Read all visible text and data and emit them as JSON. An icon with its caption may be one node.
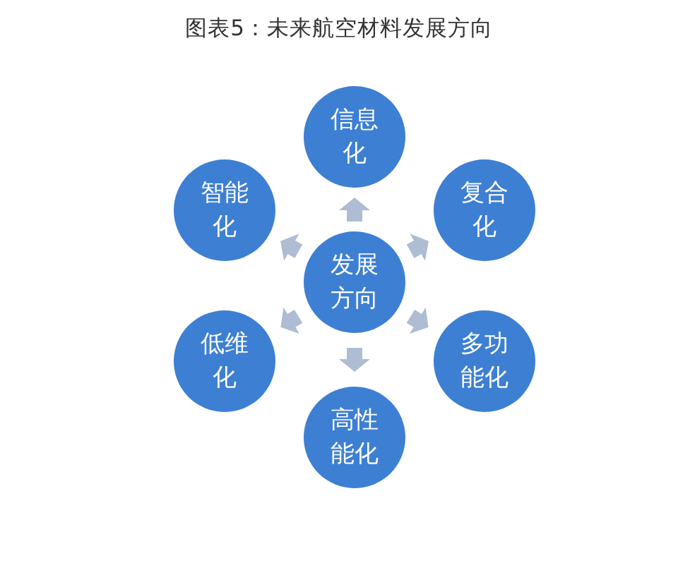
{
  "diagram": {
    "title": "图表5：未来航空材料发展方向",
    "nodes": [
      {
        "text": [
          "信息化"
        ]
      },
      {
        "text": [
          "智能化"
        ]
      },
      {
        "text": [
          "复合化"
        ]
      },
      {
        "text": [
          "发展方向"
        ]
      },
      {
        "text": [
          "低维化"
        ]
      },
      {
        "text": [
          "多功能化"
        ]
      },
      {
        "text": [
          "高性能化"
        ]
      }
    ],
    "edges": [
      {
        "from": 3,
        "to": 0,
        "arrow": "to"
      },
      {
        "from": 3,
        "to": 2,
        "arrow": "to"
      },
      {
        "from": 3,
        "to": 5,
        "arrow": "to"
      },
      {
        "from": 3,
        "to": 6,
        "arrow": "to"
      },
      {
        "from": 3,
        "to": 4,
        "arrow": "to"
      },
      {
        "from": 3,
        "to": 1,
        "arrow": "to"
      }
    ]
  }
}
